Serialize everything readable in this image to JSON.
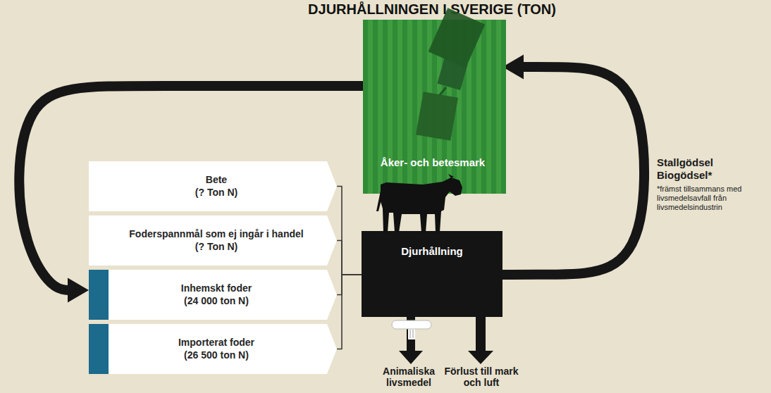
{
  "diagram": {
    "title": "DJURHÅLLNINGEN I SVERIGE (TON)",
    "nodes": [
      {
        "text": [
          "Åker- och betesmark"
        ]
      },
      {
        "text": [
          "Bete",
          "(? Ton N)"
        ]
      },
      {
        "text": [
          "Foderspannmål som ej ingår i handel",
          "(? Ton N)"
        ]
      },
      {
        "text": [
          "Inhemskt foder",
          "(24 000 ton N)"
        ]
      },
      {
        "text": [
          "Importerat foder",
          "(26 500 ton N)"
        ]
      },
      {
        "text": [
          "Djurhållning"
        ]
      }
    ],
    "edges": [
      {
        "from": 0,
        "to": 3,
        "arrow": "to"
      },
      {
        "from": 1,
        "to": 5,
        "arrow": "none"
      },
      {
        "from": 2,
        "to": 5,
        "arrow": "none"
      },
      {
        "from": 3,
        "to": 5,
        "arrow": "none"
      },
      {
        "from": 4,
        "to": 5,
        "arrow": "none"
      },
      {
        "from": 5,
        "to": 0,
        "arrow": "to"
      }
    ],
    "labels": [
      "Stallgödsel",
      "Biogödsel*",
      "*främst tillsammans med livsmedelsavfall från livsmedelsindustrin",
      "Animaliska livsmedel",
      "Förlust till mark och luft"
    ]
  }
}
